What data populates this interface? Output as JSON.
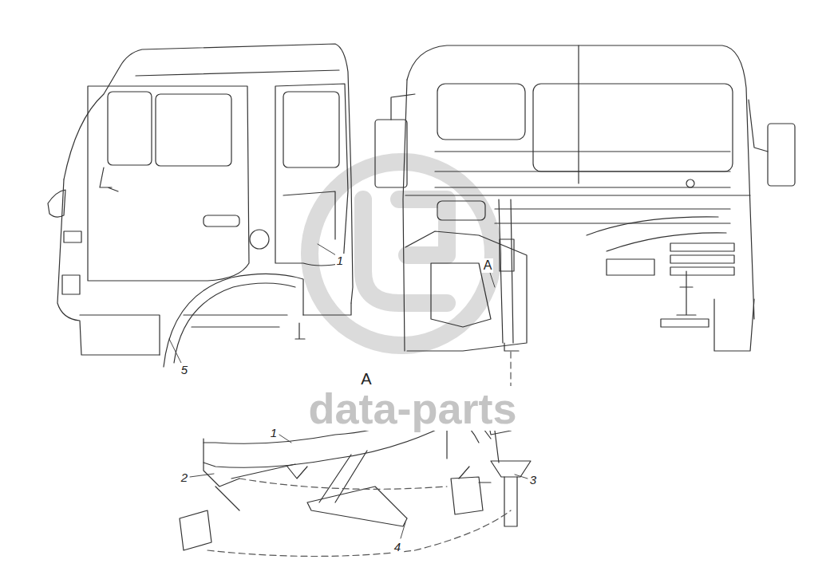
{
  "diagram": {
    "labels": [
      "1",
      "A",
      "5",
      "A",
      "data-parts",
      "1",
      "2",
      "3",
      "4"
    ]
  }
}
